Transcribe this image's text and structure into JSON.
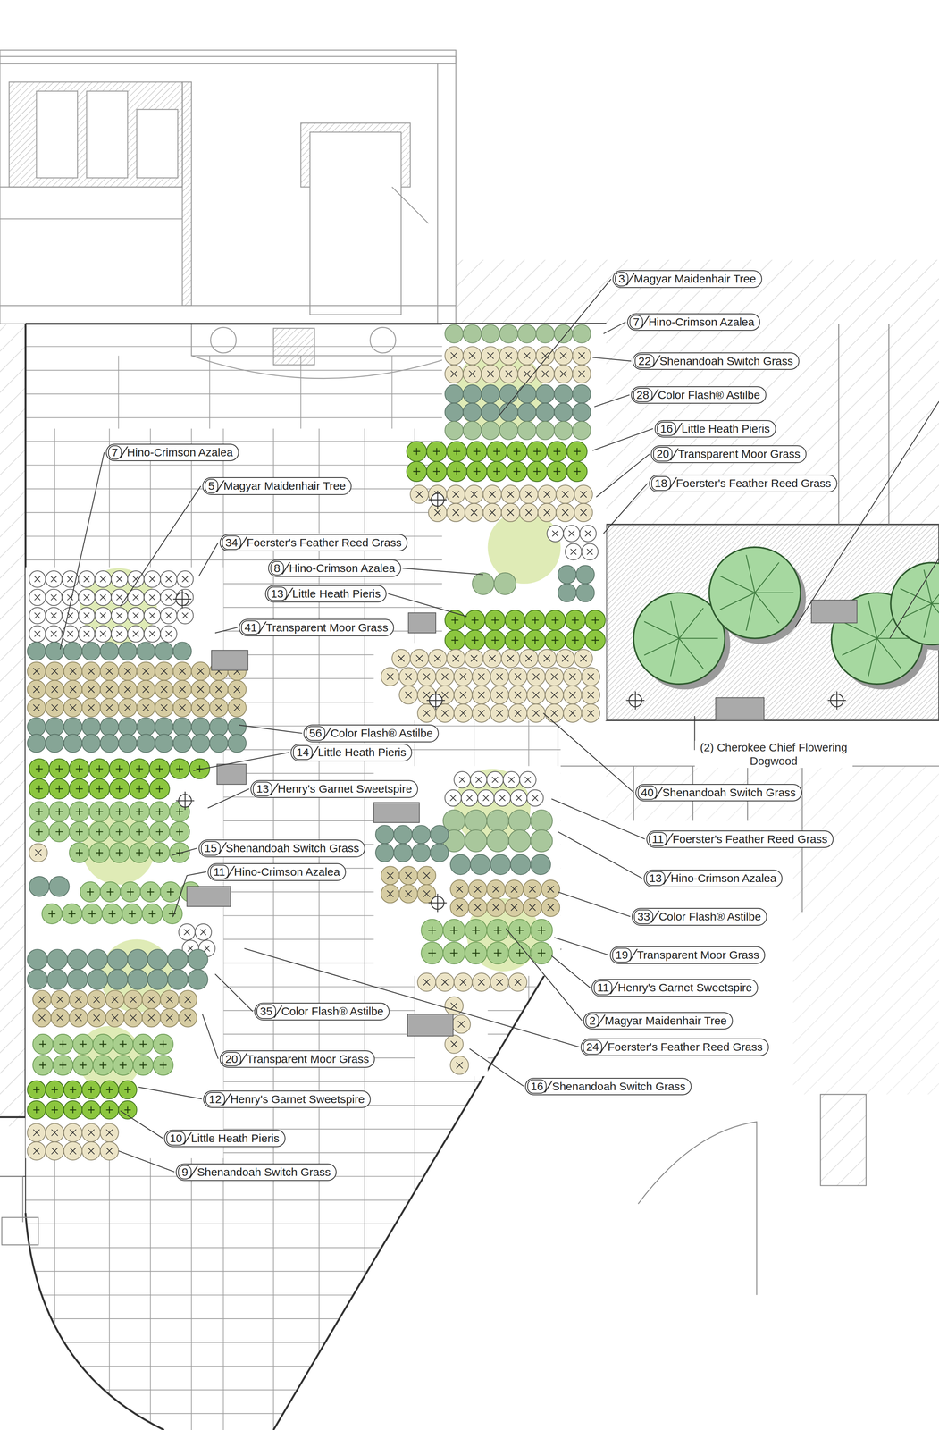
{
  "diagram": {
    "nodes": [
      {
        "text": [
          "3",
          "Magyar Maidenhair Tree"
        ]
      },
      {
        "text": [
          "7",
          "Hino-Crimson Azalea"
        ]
      },
      {
        "text": [
          "22",
          "Shenandoah Switch Grass"
        ]
      },
      {
        "text": [
          "28",
          "Color Flash® Astilbe"
        ]
      },
      {
        "text": [
          "16",
          "Little Heath Pieris"
        ]
      },
      {
        "text": [
          "7",
          "Hino-Crimson Azalea"
        ]
      },
      {
        "text": [
          "20",
          "Transparent Moor Grass"
        ]
      },
      {
        "text": [
          "18",
          "Foerster's Feather Reed Grass"
        ]
      },
      {
        "text": [
          "5",
          "Magyar Maidenhair Tree"
        ]
      },
      {
        "text": [
          "34",
          "Foerster's Feather Reed Grass"
        ]
      },
      {
        "text": [
          "8",
          "Hino-Crimson Azalea"
        ]
      },
      {
        "text": [
          "13",
          "Little Heath Pieris"
        ]
      },
      {
        "text": [
          "41",
          "Transparent Moor Grass"
        ]
      },
      {
        "text": [
          "56",
          "Color Flash® Astilbe"
        ]
      },
      {
        "text": [
          "14",
          "Little Heath Pieris"
        ]
      },
      {
        "text": [
          "13",
          "Henry's Garnet Sweetspire"
        ]
      },
      {
        "text": [
          "40",
          "Shenandoah Switch Grass"
        ]
      },
      {
        "text": [
          "11",
          "Foerster's Feather Reed Grass"
        ]
      },
      {
        "text": [
          "15",
          "Shenandoah Switch Grass"
        ]
      },
      {
        "text": [
          "11",
          "Hino-Crimson Azalea"
        ]
      },
      {
        "text": [
          "13",
          "Hino-Crimson Azalea"
        ]
      },
      {
        "text": [
          "33",
          "Color Flash® Astilbe"
        ]
      },
      {
        "text": [
          "19",
          "Transparent Moor Grass"
        ]
      },
      {
        "text": [
          "11",
          "Henry's Garnet Sweetspire"
        ]
      },
      {
        "text": [
          "35",
          "Color Flash® Astilbe"
        ]
      },
      {
        "text": [
          "2",
          "Magyar Maidenhair Tree"
        ]
      },
      {
        "text": [
          "24",
          "Foerster's Feather Reed Grass"
        ]
      },
      {
        "text": [
          "20",
          "Transparent Moor Grass"
        ]
      },
      {
        "text": [
          "16",
          "Shenandoah Switch Grass"
        ]
      },
      {
        "text": [
          "12",
          "Henry's Garnet Sweetspire"
        ]
      },
      {
        "text": [
          "10",
          "Little Heath Pieris"
        ]
      },
      {
        "text": [
          "9",
          "Shenandoah Switch Grass"
        ]
      }
    ],
    "labels": [
      "(2) Cherokee Chief Flowering Dogwood"
    ]
  }
}
